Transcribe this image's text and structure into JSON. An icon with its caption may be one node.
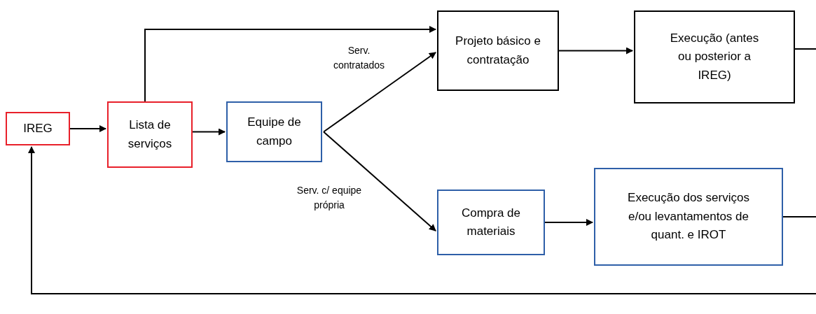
{
  "diagram": {
    "nodes": [
      {
        "text": [
          "IREG"
        ]
      },
      {
        "text": [
          "Lista de serviços"
        ]
      },
      {
        "text": [
          "Equipe de campo"
        ]
      },
      {
        "text": [
          "Projeto básico e contratação"
        ]
      },
      {
        "text": [
          "Execução (antes ou posterior a IREG)"
        ]
      },
      {
        "text": [
          "Compra de materiais"
        ]
      },
      {
        "text": [
          "Execução dos serviços e/ou levantamentos de quant. e IROT"
        ]
      }
    ],
    "edges": [
      {
        "from": 0,
        "to": 1,
        "arrow": "to"
      },
      {
        "from": 1,
        "to": 2,
        "arrow": "to"
      },
      {
        "from": 1,
        "to": 3,
        "arrow": "to"
      },
      {
        "from": 2,
        "to": 3,
        "arrow": "to",
        "label": "Serv. contratados"
      },
      {
        "from": 2,
        "to": 5,
        "arrow": "to",
        "label": "Serv. c/ equipe própria"
      },
      {
        "from": 3,
        "to": 4,
        "arrow": "to"
      },
      {
        "from": 5,
        "to": 6,
        "arrow": "to"
      },
      {
        "from": 4,
        "to": null,
        "arrow": "none"
      },
      {
        "from": 6,
        "to": null,
        "arrow": "none"
      },
      {
        "from": null,
        "to": 0,
        "arrow": "to"
      }
    ]
  }
}
